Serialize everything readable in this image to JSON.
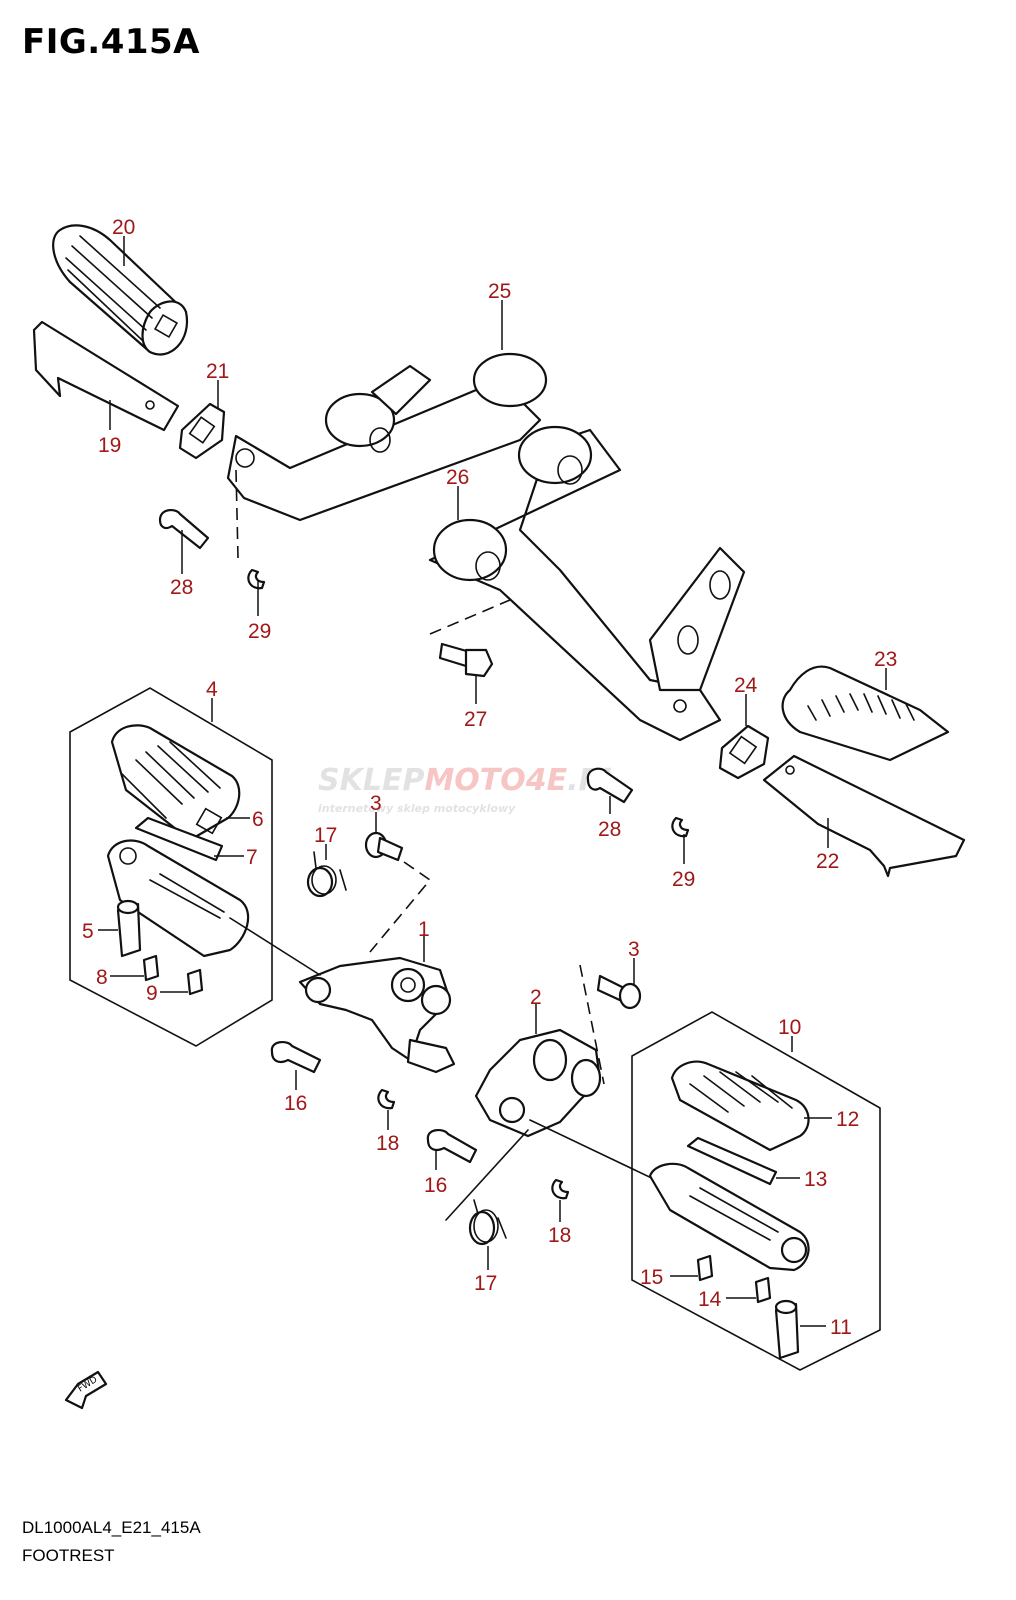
{
  "figure": {
    "title": "FIG.415A"
  },
  "watermark": {
    "brand_part1": "SKLEP",
    "brand_part2": "MOTO",
    "brand_part3": "4E",
    "brand_part4": ".PL",
    "tagline": "internetowy sklep motocyklowy",
    "accent_color": "#e0312e"
  },
  "footer": {
    "model_code": "DL1000AL4_E21_415A",
    "section_name": "FOOTREST"
  },
  "direction_arrow": {
    "label": "FWD"
  },
  "callout_color": "#a01818",
  "callouts": {
    "c20": "20",
    "c25": "25",
    "c21": "21",
    "c19": "19",
    "c26": "26",
    "c28a": "28",
    "c29a": "29",
    "c23": "23",
    "c24": "24",
    "c27": "27",
    "c4": "4",
    "c6": "6",
    "c3a": "3",
    "c28b": "28",
    "c17a": "17",
    "c7": "7",
    "c29b": "29",
    "c22": "22",
    "c5": "5",
    "c1": "1",
    "c8": "8",
    "c9": "9",
    "c3b": "3",
    "c2": "2",
    "c10": "10",
    "c16a": "16",
    "c12": "12",
    "c18a": "18",
    "c16b": "16",
    "c13": "13",
    "c18b": "18",
    "c15": "15",
    "c14": "14",
    "c11": "11",
    "c17b": "17"
  }
}
